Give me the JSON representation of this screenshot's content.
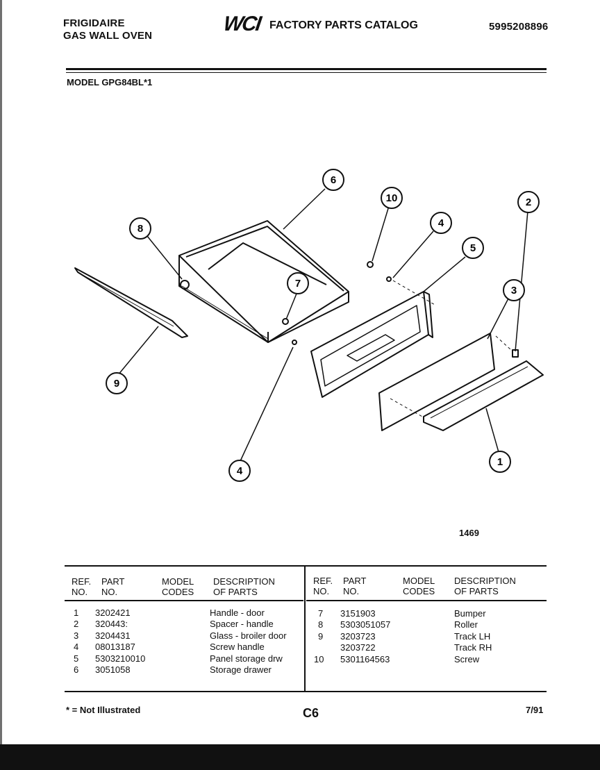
{
  "header": {
    "brand": "FRIGIDAIRE",
    "product": "GAS WALL OVEN",
    "logo": "WCI",
    "catalog_title": "FACTORY PARTS CATALOG",
    "catalog_number": "5995208896",
    "model": "MODEL GPG84BL*1"
  },
  "diagram": {
    "figure_number": "1469",
    "callouts": [
      "6",
      "10",
      "2",
      "8",
      "4",
      "5",
      "7",
      "3",
      "9",
      "1",
      "4"
    ]
  },
  "table": {
    "headers": {
      "ref_no": [
        "REF.",
        "NO."
      ],
      "part_no": [
        "PART",
        "NO."
      ],
      "model_codes": [
        "MODEL",
        "CODES"
      ],
      "description": [
        "DESCRIPTION",
        "OF PARTS"
      ]
    },
    "left_rows": [
      {
        "ref": "1",
        "part": "3202421",
        "desc": "Handle - door"
      },
      {
        "ref": "2",
        "part": "320443:",
        "desc": "Spacer - handle"
      },
      {
        "ref": "3",
        "part": "3204431",
        "desc": "Glass - broiler door"
      },
      {
        "ref": "4",
        "part": "08013187",
        "desc": "Screw handle"
      },
      {
        "ref": "5",
        "part": "5303210010",
        "desc": "Panel storage drw"
      },
      {
        "ref": "6",
        "part": "3051058",
        "desc": "Storage drawer"
      }
    ],
    "right_rows": [
      {
        "ref": "7",
        "part": "3151903",
        "desc": "Bumper"
      },
      {
        "ref": "8",
        "part": "5303051057",
        "desc": "Roller"
      },
      {
        "ref": "9",
        "part": "3203723",
        "desc": "Track LH"
      },
      {
        "ref": "",
        "part": "3203722",
        "desc": "Track RH"
      },
      {
        "ref": "10",
        "part": "5301164563",
        "desc": "Screw"
      }
    ]
  },
  "footer": {
    "note": "* = Not Illustrated",
    "page": "C6",
    "date": "7/91"
  }
}
